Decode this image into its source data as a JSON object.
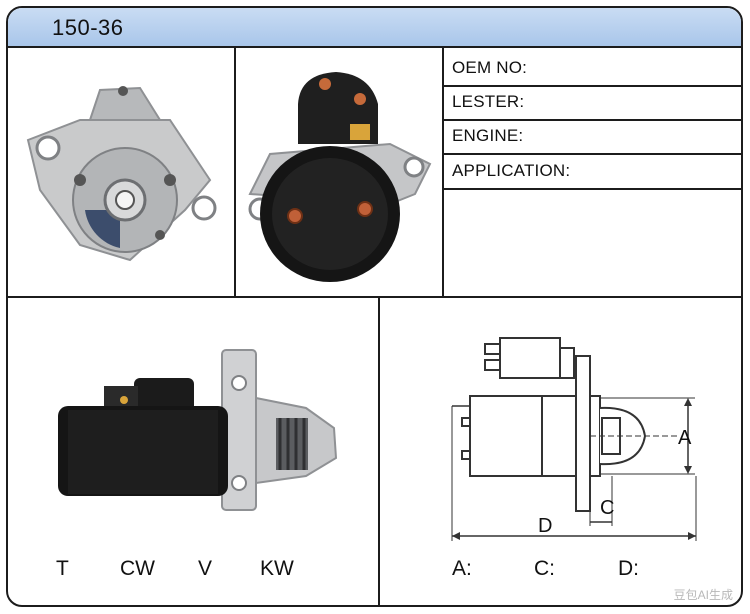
{
  "header": {
    "part_number": "150-36"
  },
  "spec_table": {
    "oem_label": "OEM NO:",
    "lester_label": "LESTER:",
    "engine_label": "ENGINE:",
    "application_label": "APPLICATION:"
  },
  "rotation_labels": {
    "t": "T",
    "cw": "CW",
    "v": "V",
    "kw": "KW"
  },
  "dimension_labels": {
    "a": "A:",
    "c": "C:",
    "d": "D:"
  },
  "diagram": {
    "a": "A",
    "c": "C",
    "d": "D"
  },
  "watermark": "豆包AI生成"
}
